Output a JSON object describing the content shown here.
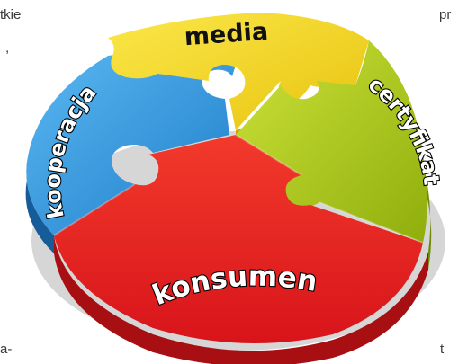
{
  "text_fragments": {
    "top_left_1": "tkie",
    "top_left_2": ",",
    "top_right": "pr",
    "bottom_left": "a-",
    "bottom_right": "t"
  },
  "puzzle": {
    "pieces": [
      {
        "label": "media",
        "color": "#f2d019"
      },
      {
        "label": "kooperacja",
        "color": "#2d8fd8"
      },
      {
        "label": "certyfikat",
        "color": "#a3c214"
      },
      {
        "label": "konsument",
        "color": "#e51f1f"
      }
    ]
  }
}
